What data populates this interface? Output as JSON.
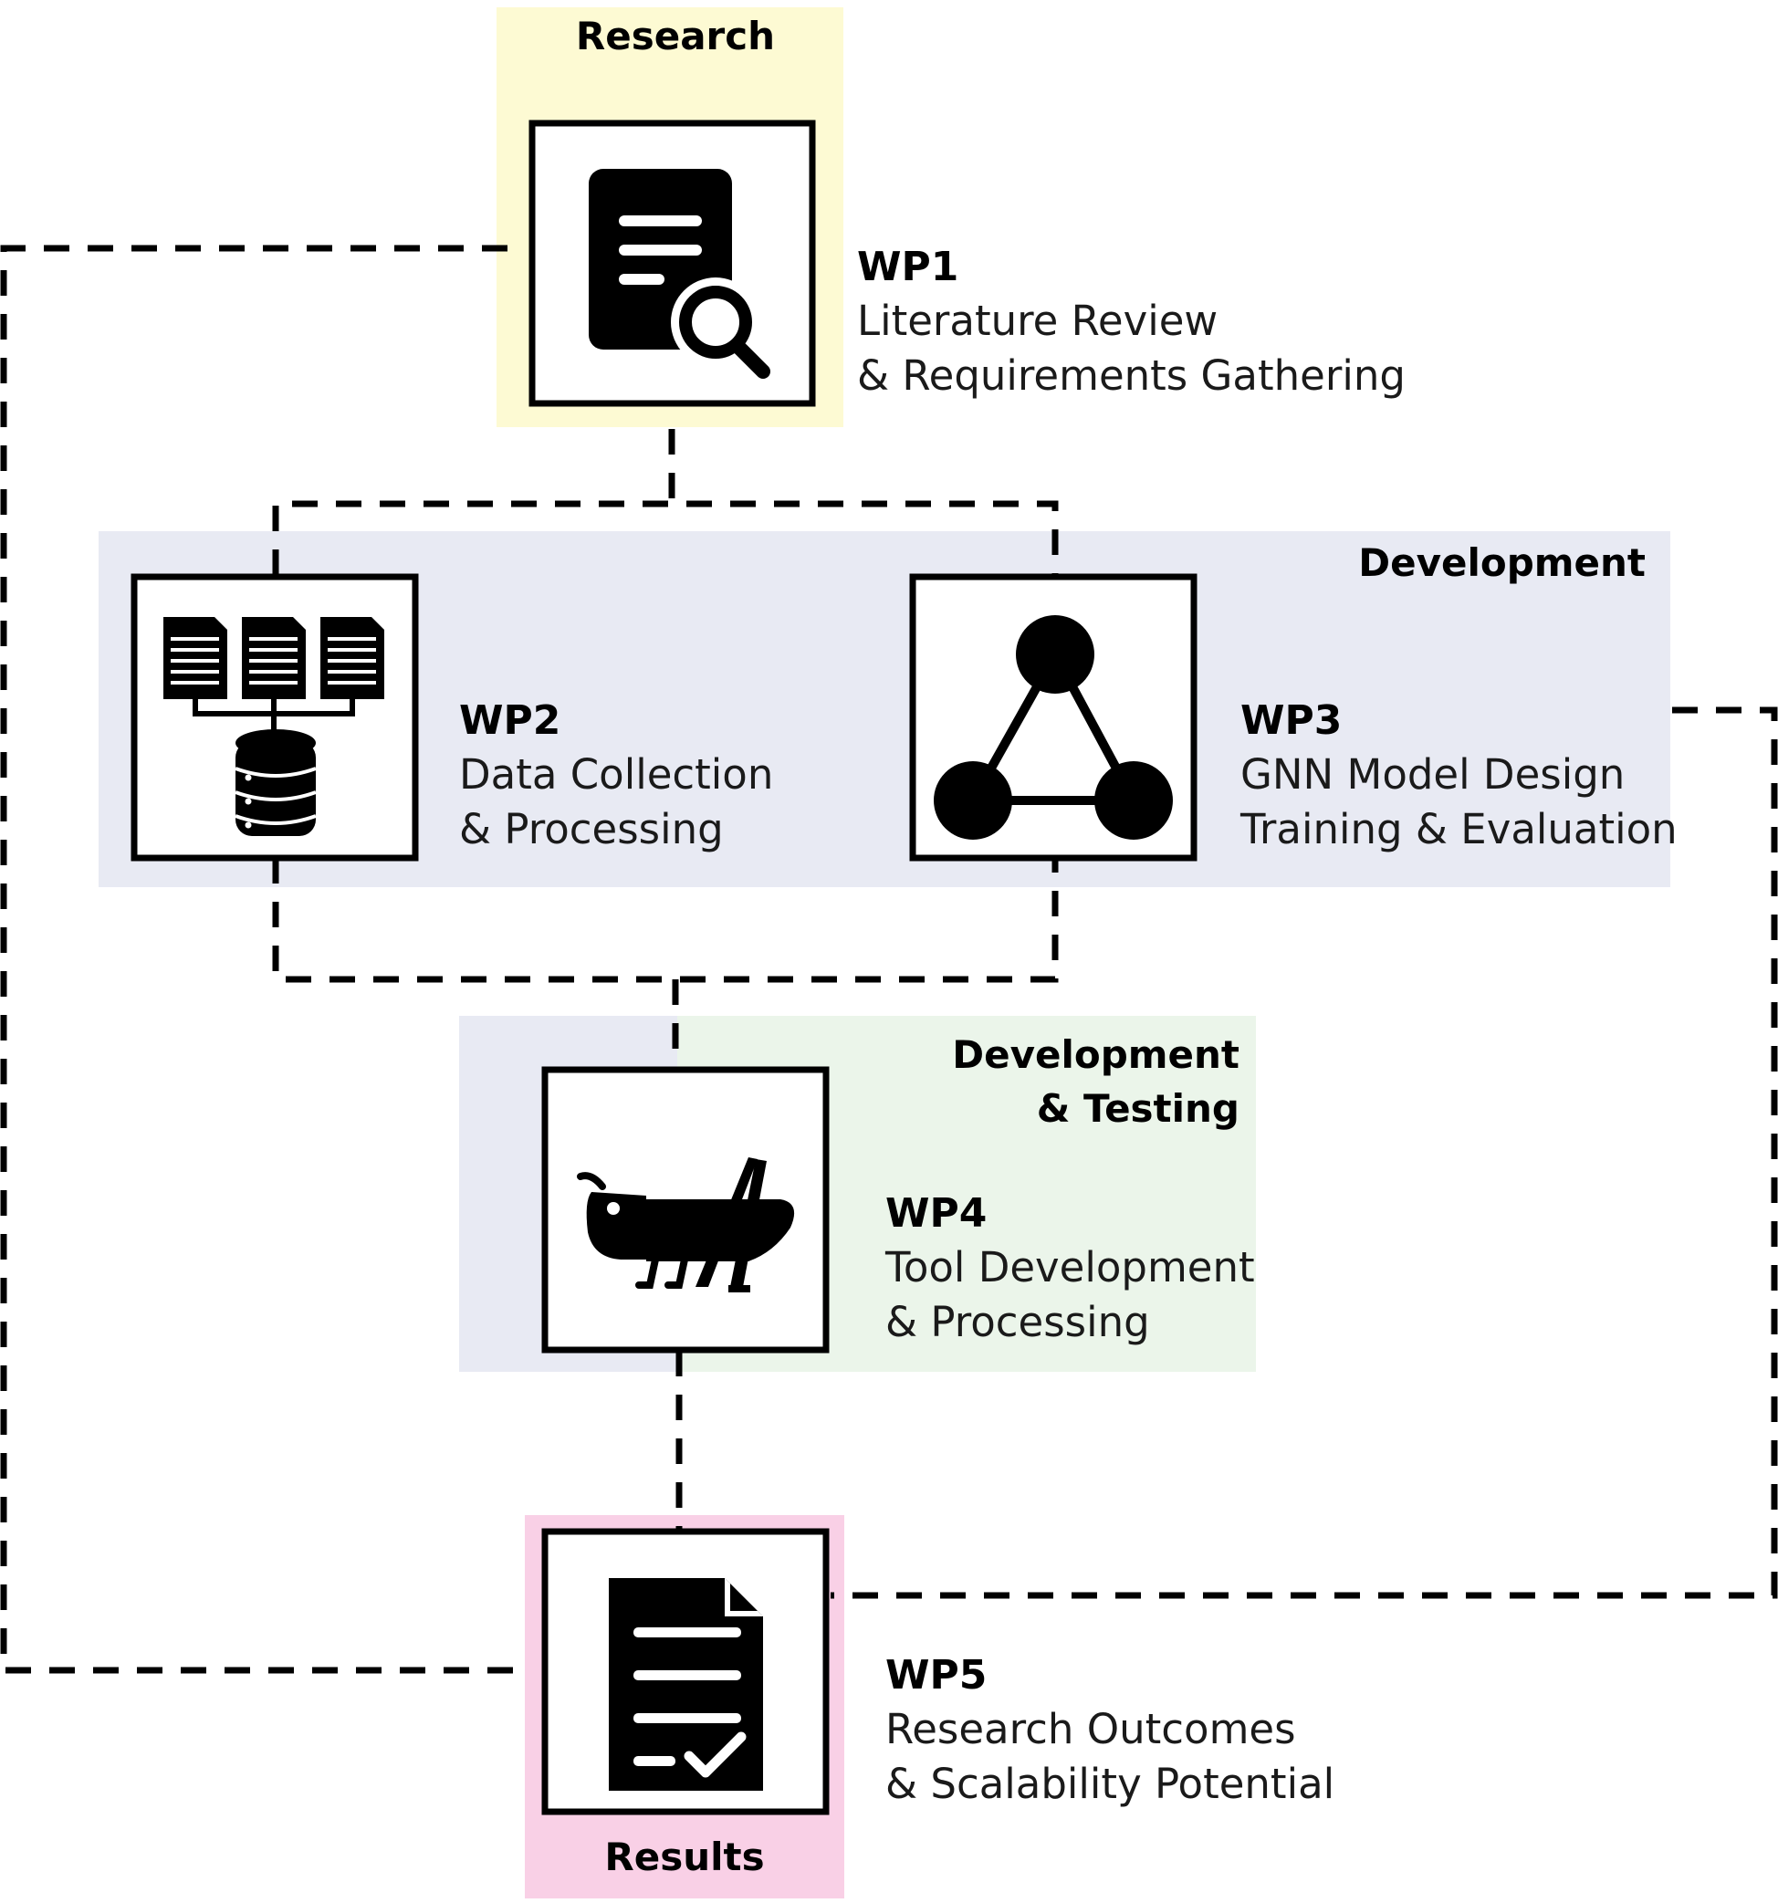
{
  "phases": {
    "research": {
      "title": "Research",
      "color": "#fdfad3"
    },
    "development": {
      "title": "Development",
      "color": "#e8eaf3"
    },
    "dev_testing": {
      "title_line1": "Development",
      "title_line2": "& Testing",
      "color_left": "#e8eaf3",
      "color_right": "#ebf5ea"
    },
    "results": {
      "title": "Results",
      "color": "#f9d0e6"
    }
  },
  "work_packages": [
    {
      "id": "WP1",
      "line1": "Literature Review",
      "line2": "& Requirements Gathering",
      "icon": "document-search-icon"
    },
    {
      "id": "WP2",
      "line1": "Data Collection",
      "line2": "& Processing",
      "icon": "documents-database-icon"
    },
    {
      "id": "WP3",
      "line1": "GNN Model Design",
      "line2": "Training & Evaluation",
      "icon": "graph-triangle-icon"
    },
    {
      "id": "WP4",
      "line1": "Tool Development",
      "line2": "& Processing",
      "icon": "grasshopper-icon"
    },
    {
      "id": "WP5",
      "line1": "Research Outcomes",
      "line2": "& Scalability Potential",
      "icon": "document-checklist-icon"
    }
  ]
}
